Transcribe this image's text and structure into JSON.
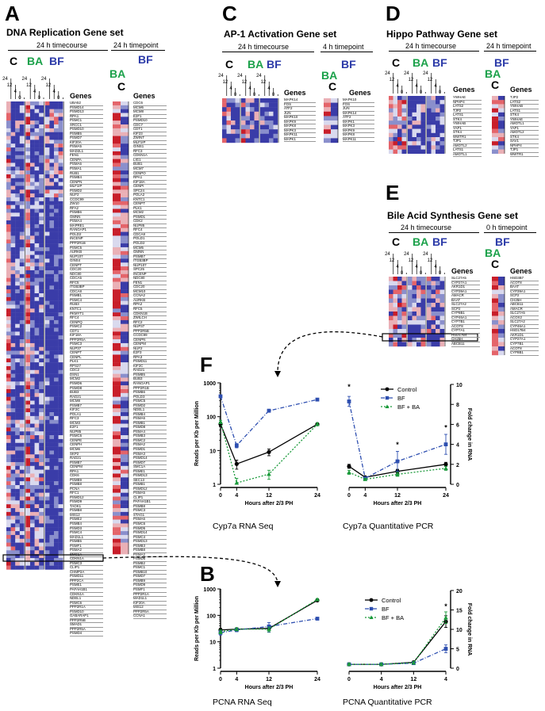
{
  "panels": {
    "A": {
      "letter": "A",
      "title": "DNA Replication Gene set",
      "sub_left": "24 h timecourse",
      "sub_right": "24 h timepoint"
    },
    "C": {
      "letter": "C",
      "title": "AP-1 Activation Gene set",
      "sub_left": "24 h timecourse",
      "sub_right": "4 h timepoint"
    },
    "D": {
      "letter": "D",
      "title": "Hippo Pathway Gene set",
      "sub_left": "24 h timecourse",
      "sub_right": "24 h timepoint"
    },
    "E": {
      "letter": "E",
      "title": "Bile Acid Synthesis Gene set",
      "sub_left": "24 h timecourse",
      "sub_right": "0 h timepoint"
    },
    "F": {
      "letter": "F"
    },
    "B": {
      "letter": "B"
    }
  },
  "conditions": {
    "c": "C",
    "ba": "BA",
    "bf": "BF"
  },
  "time_labels": [
    "0",
    "4",
    "12",
    "24"
  ],
  "genes_header": "Genes",
  "genes": {
    "A_left": [
      "UBA52",
      "PSMD14",
      "PSMD13",
      "RPA1",
      "PSMC1",
      "XRCC1",
      "PSMD10",
      "PSMB5",
      "PSMD7",
      "KIF20A",
      "PSMA5",
      "MAD2L1",
      "FEN1",
      "CENPA",
      "PSMA6",
      "PSMA1",
      "RUB1",
      "PSMB4",
      "CENPN",
      "MLF1IP",
      "PSMD2",
      "NUF2",
      "CCDC99",
      "ZW10",
      "RFA2",
      "PSMB6",
      "GMNN",
      "PSMA4",
      "MAPRE1",
      "RANGAP1",
      "POLD2",
      "INCENP",
      "PPP2R1B",
      "PSMC5",
      "AURKB",
      "NUP107",
      "GINS4",
      "CENPT",
      "CDC20",
      "NDC80",
      "CDCA5",
      "RFC5",
      "ITGB3BP",
      "CDCA8",
      "PSMB1",
      "PSMC4",
      "RUB3",
      "KNTC1",
      "PKMYT1",
      "RFC4",
      "CENPQ",
      "PSMC2",
      "CDT1",
      "KIF18A",
      "PPP2R5A",
      "PSMC3",
      "NUP37",
      "CENPT",
      "CENPL",
      "PLK1",
      "RPS27",
      "CDC2",
      "DSN1",
      "MCM2",
      "PSMD6",
      "PSMD8",
      "BUB3",
      "RAD21",
      "MCM8",
      "PSMB7",
      "KIF2C",
      "POLA1",
      "RFC3",
      "MCM3",
      "E2F1",
      "NUP85",
      "PSMC6",
      "CENPE",
      "CENPH",
      "MCM6",
      "SKP2",
      "RAD21",
      "PSMB7",
      "CENPM",
      "RPA1",
      "CDK6",
      "PSMB9",
      "PSMB8",
      "PCNA",
      "RFC1",
      "PSMD12",
      "PSMD9",
      "TAOK1",
      "PSMB8",
      "MIS12",
      "PSME2",
      "PSMB4",
      "PSMD3",
      "PSMC4",
      "MAD1L1",
      "PSMB5",
      "PSMF1",
      "PSMA2",
      "SMC1A",
      "CDKN1A",
      "PSMC3",
      "CLIP1",
      "CHMP2A",
      "PSMD11",
      "PPP2CA",
      "PSME1",
      "PAFAH1B1",
      "CDKN1A",
      "NDEL1",
      "PSMC6",
      "PPP2R1A",
      "PSMD10",
      "GABARAP1",
      "PPP2R5B",
      "SMAD1",
      "PPP2R5A",
      "PSMD4"
    ],
    "A_right": [
      "CDC6",
      "MCM6",
      "MCM8",
      "E2F1",
      "PSMD10",
      "CDC7",
      "CDT1",
      "KIF23",
      "ZWINT",
      "MLF1IP",
      "GINS1",
      "RFC3",
      "CDKN1A",
      "LIG1",
      "BUB1",
      "MCM7",
      "CENPO",
      "RPA1",
      "KIF18A",
      "CENPI",
      "SPC24",
      "POLA2",
      "KNTC1",
      "CENPT",
      "PLK1",
      "MCM2",
      "PSMD1",
      "CDK2",
      "NUP85",
      "RFC4",
      "CDCA8",
      "POLD1",
      "POLD2",
      "MCM5",
      "GMNN",
      "PSMB7",
      "ITGB3BP",
      "NUP107",
      "SPC25",
      "INCENP",
      "NDC80",
      "FEN1",
      "CDC20",
      "MCM10",
      "CCNA2",
      "AURKB",
      "RPA2",
      "RFC5",
      "CDKN1B",
      "ZWILCH",
      "RFC2",
      "NUP37",
      "PPP2R5B",
      "CCDC99",
      "CENPN",
      "CENPM",
      "NUF2",
      "E2F3",
      "RPA3",
      "PSMD11",
      "KIF2C",
      "RAD21",
      "PSMB5",
      "BUB3",
      "RANGAP1",
      "PPP2R1B",
      "PSMB6",
      "POLD3",
      "PSMC5",
      "PSMD2",
      "NDEL1",
      "PSMB4",
      "PSMA6",
      "PSMB1",
      "PSMD8",
      "PSMA4",
      "PSMB3",
      "PSMC2",
      "PSMA2",
      "PSMD1",
      "PSMA3",
      "PSMD14",
      "PSMD7",
      "SMC1A",
      "PSME1",
      "PSMD13",
      "SEC13",
      "PSMB1",
      "PSMD12",
      "PSMA5",
      "CLIP1",
      "PAFAH1B1",
      "PSMB8",
      "PSMC3",
      "STAG1",
      "PSMA6",
      "PSMC6",
      "PSMD5",
      "PSMD14",
      "PSMC4",
      "PSMD13",
      "PSMB3",
      "PSMB8",
      "PSMA2",
      "PSMD6",
      "PSMB2",
      "PSMC1",
      "PSMB10",
      "PSMD7",
      "PSMB9",
      "PSMD9",
      "PSMF1",
      "PPP2R1A",
      "MAD1L1",
      "KIF20A",
      "MIS12",
      "PPP2R5A",
      "CCNA1"
    ],
    "C_left": [
      "MAPK14",
      "FOS",
      "ATF2",
      "JUN",
      "MAPK10",
      "MAPK9",
      "MAPK8",
      "MAPK3",
      "MAPK11",
      "MAPK1"
    ],
    "C_right": [
      "MAPK10",
      "FOS",
      "JUN",
      "MAPK14",
      "ATF2",
      "MAPK1",
      "MAPK3",
      "MAPK9",
      "MAPK8",
      "MAPK11"
    ],
    "D_left": [
      "YWHAE",
      "NPHP4",
      "LATS2",
      "TJP2",
      "LATS1",
      "STK4",
      "YWHAB",
      "YAP1",
      "STK4",
      "WWTR1",
      "TJP1",
      "AMOTL2",
      "LATS1",
      "AMOTL1"
    ],
    "D_right": [
      "TJP2",
      "LATS2",
      "YWHAB",
      "LATS1",
      "STK4",
      "YWHAE",
      "AMOTL1",
      "YAP1",
      "AMOTL2",
      "STK4",
      "SAV1",
      "NPHP4",
      "TJP1",
      "WWTR1"
    ],
    "E_left": [
      "SLC27A5",
      "CYP27A1",
      "AKR1D1",
      "CYP39A1",
      "AMACR",
      "BAAT",
      "SLC27A2",
      "SCP2",
      "CYP8B1",
      "CYP46A1",
      "CYP7B1",
      "ACOT8",
      "CYP7A1",
      "HSD17B4",
      "CH25H",
      "ABCB11"
    ],
    "E_right": [
      "HSD3B7",
      "ACOT8",
      "BAAT",
      "CYP39A1",
      "SCP2",
      "CH25H",
      "ABCB11",
      "AMACR",
      "SLC27A5",
      "ACOX2",
      "SLC27A2",
      "CYP46A1",
      "HSD17B4",
      "AKR1D1",
      "CYP27A1",
      "CYP7B1",
      "ACOT8",
      "CYP8B1"
    ]
  },
  "chart_titles": {
    "cyp7a_rnaseq": "Cyp7a RNA Seq",
    "cyp7a_qpcr": "Cyp7a Quantitative PCR",
    "pcna_rnaseq": "PCNA RNA Seq",
    "pcna_qpcr": "PCNA Quantitative PCR"
  },
  "axis_labels": {
    "rpkm": "Reads per Kb per Million",
    "x_hours": "Hours after 2/3 PH",
    "fold": "Fold change in RNA"
  },
  "legend": {
    "control": "Control",
    "bf": "BF",
    "bfba": "BF + BA"
  },
  "colors": {
    "control": "#000000",
    "bf": "#2e4fb0",
    "bfba": "#1a9a3a",
    "red": "#e01b24",
    "blue": "#3a3ca8",
    "ba_green": "#1ba14a",
    "bf_blue": "#2b3aa8"
  },
  "chart_data": [
    {
      "type": "line",
      "title": "Cyp7a RNA Seq",
      "xlabel": "Hours after 2/3 PH",
      "ylabel": "Reads per Kb per Million",
      "x": [
        0,
        4,
        12,
        24
      ],
      "xticks": [
        "0",
        "4",
        "12",
        "24"
      ],
      "ylog": true,
      "ylim": [
        1,
        1000
      ],
      "yticks": [
        "1",
        "10",
        "100",
        "1000"
      ],
      "series": [
        {
          "name": "Control",
          "values": [
            60,
            4,
            9,
            60
          ],
          "err": [
            8,
            1.2,
            2,
            6
          ]
        },
        {
          "name": "BF",
          "values": [
            400,
            14,
            150,
            320
          ],
          "err": [
            30,
            2,
            15,
            20
          ]
        },
        {
          "name": "BF + BA",
          "values": [
            70,
            1.1,
            2,
            60
          ],
          "err": [
            8,
            0.4,
            0.6,
            6
          ]
        }
      ]
    },
    {
      "type": "line",
      "title": "Cyp7a Quantitative PCR",
      "xlabel": "Hours after 2/3 PH",
      "ylabel": "Fold change in RNA",
      "x": [
        0,
        4,
        12,
        24
      ],
      "xticks": [
        "0",
        "4",
        "12",
        "24"
      ],
      "ylim": [
        0,
        10
      ],
      "yticks": [
        "0",
        "2",
        "4",
        "6",
        "8",
        "10"
      ],
      "annotations": [
        "*",
        "*",
        "*"
      ],
      "series": [
        {
          "name": "Control",
          "values": [
            1.8,
            0.7,
            1.3,
            2.0
          ],
          "err": [
            0.2,
            0.1,
            0.2,
            0.2
          ]
        },
        {
          "name": "BF",
          "values": [
            8.3,
            0.6,
            2.3,
            4.0
          ],
          "err": [
            0.5,
            0.1,
            1.0,
            1.0
          ]
        },
        {
          "name": "BF + BA",
          "values": [
            1.2,
            0.5,
            1.0,
            1.6
          ],
          "err": [
            0.2,
            0.1,
            0.2,
            0.2
          ]
        }
      ]
    },
    {
      "type": "line",
      "title": "PCNA RNA Seq",
      "xlabel": "Hours after 2/3 PH",
      "ylabel": "Reads per Kb per Million",
      "x": [
        0,
        4,
        12,
        24
      ],
      "xticks": [
        "0",
        "4",
        "12",
        "24"
      ],
      "ylog": true,
      "ylim": [
        1,
        1000
      ],
      "yticks": [
        "1",
        "10",
        "100",
        "1000"
      ],
      "series": [
        {
          "name": "Control",
          "values": [
            28,
            30,
            32,
            370
          ],
          "err": [
            4,
            4,
            8,
            30
          ]
        },
        {
          "name": "BF",
          "values": [
            22,
            28,
            38,
            75
          ],
          "err": [
            4,
            4,
            15,
            8
          ]
        },
        {
          "name": "BF + BA",
          "values": [
            24,
            30,
            30,
            400
          ],
          "err": [
            4,
            4,
            6,
            30
          ]
        }
      ]
    },
    {
      "type": "line",
      "title": "PCNA Quantitative PCR",
      "xlabel": "Hours after 2/3 PH",
      "ylabel": "Fold change in RNA",
      "x": [
        0,
        4,
        12,
        4
      ],
      "xticks": [
        "0",
        "4",
        "12",
        "4"
      ],
      "ylim": [
        0,
        20
      ],
      "yticks": [
        "0",
        "5",
        "10",
        "15",
        "20"
      ],
      "annotations": [
        "*"
      ],
      "series": [
        {
          "name": "Control",
          "values": [
            1,
            1,
            1.5,
            12
          ],
          "err": [
            0.3,
            0.3,
            0.3,
            1.5
          ]
        },
        {
          "name": "BF",
          "values": [
            1,
            1,
            1.3,
            5
          ],
          "err": [
            0.3,
            0.3,
            0.3,
            1
          ]
        },
        {
          "name": "BF + BA",
          "values": [
            1,
            1,
            1.4,
            13
          ],
          "err": [
            0.3,
            0.3,
            0.3,
            1.5
          ]
        }
      ]
    }
  ]
}
